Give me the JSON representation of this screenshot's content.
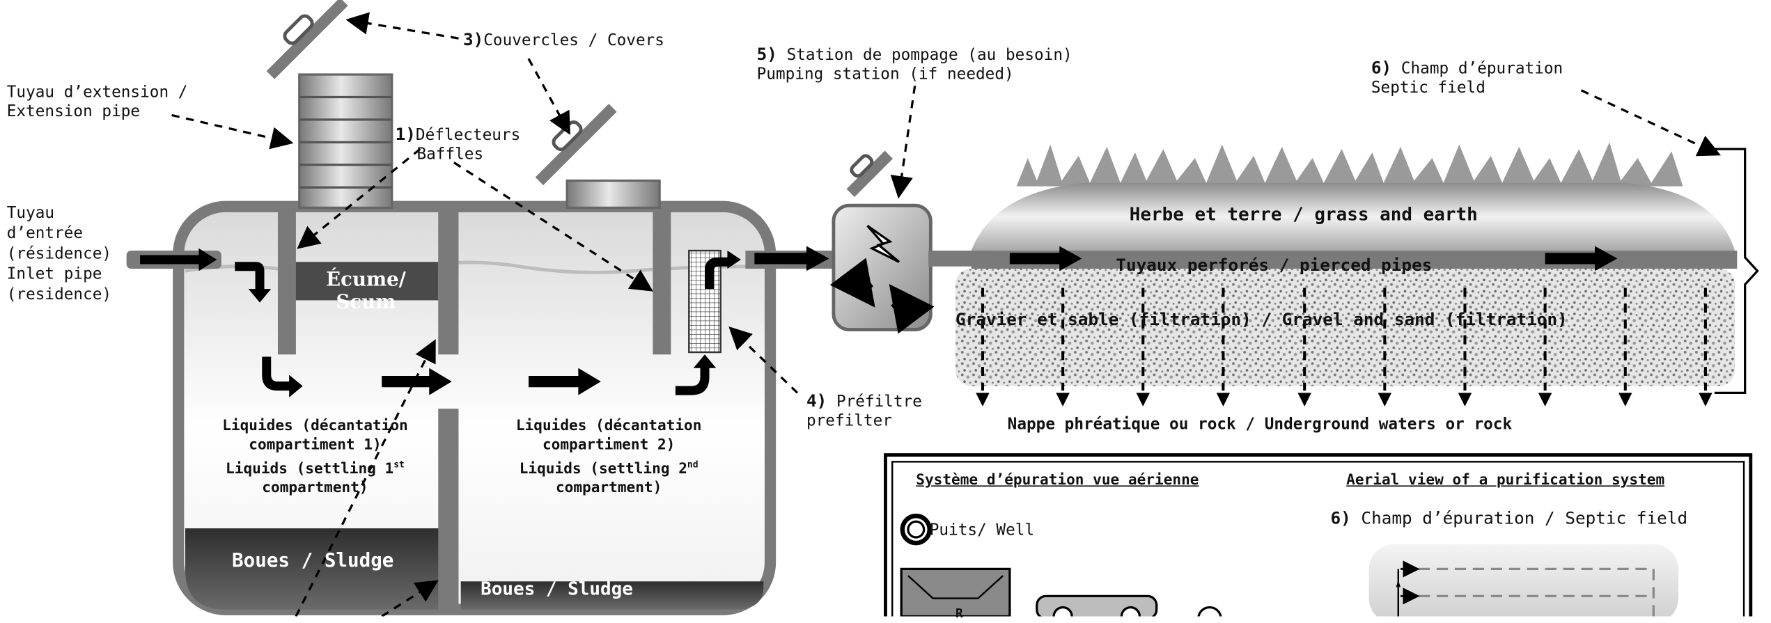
{
  "colors": {
    "wall": "#7a7a7a",
    "scum": "#4a4a4a",
    "sludge": "#3c3c3c",
    "arrow": "#000000"
  },
  "labels": {
    "covers_num": "3)",
    "covers": "Couvercles / Covers",
    "extension_l1": "Tuyau d’extension /",
    "extension_l2": "Extension pipe",
    "baffles_num": "1)",
    "baffles_l1": "Déflecteurs",
    "baffles_l2": "Baffles",
    "inlet_l1": "Tuyau",
    "inlet_l2": "d’entrée",
    "inlet_l3": "(résidence)",
    "inlet_l4": "Inlet pipe",
    "inlet_l5": "(residence)",
    "pump_num": "5)",
    "pump_l1": "Station de pompage (au besoin)",
    "pump_l2": "Pumping station (if needed)",
    "field_num": "6)",
    "field_l1": "Champ d’épuration",
    "field_l2": "Septic field",
    "prefilter_num": "4)",
    "prefilter_l1": "Préfiltre",
    "prefilter_l2": "prefilter",
    "scum": "Écume/ Scum",
    "sludge1": "Boues / Sludge",
    "sludge2": "Boues / Sludge",
    "liq1_l1": "Liquides (décantation",
    "liq1_l2": "compartiment 1)",
    "liq1_l3": "Liquids (settling 1",
    "liq1_sup": "st",
    "liq1_l4": "compartment)",
    "liq2_l1": "Liquides (décantation",
    "liq2_l2": "compartiment 2)",
    "liq2_l3": "Liquids (settling 2",
    "liq2_sup": "nd",
    "liq2_l4": "compartment)",
    "grass": "Herbe et terre / grass and earth",
    "pipes": "Tuyaux perforés / pierced pipes",
    "gravel": "Gravier et sable (filtration) / Gravel and sand (filtration)",
    "groundwater": "Nappe phréatique ou rock / Underground waters or rock"
  },
  "aerial": {
    "title_fr": "Système d’épuration vue aérienne",
    "title_en": "Aerial view of a purification system",
    "well": "Puits/ Well",
    "field_num": "6)",
    "field": "Champ d’épuration / Septic field",
    "r_label": "R"
  }
}
